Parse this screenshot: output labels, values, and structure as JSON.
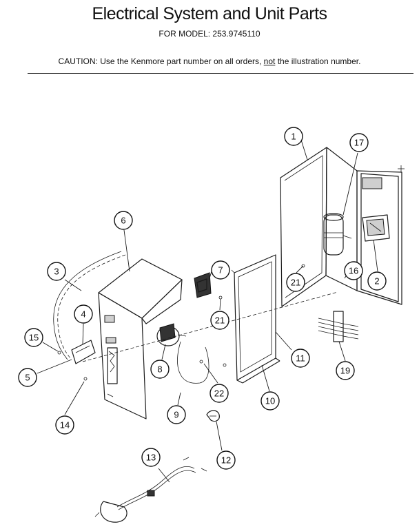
{
  "header": {
    "title": "Electrical System and Unit Parts",
    "model_line": "FOR MODEL:  253.9745110",
    "caution_prefix": "CAUTION:  Use the Kenmore part number on all orders, ",
    "caution_emphasis": "not",
    "caution_suffix": " the illustration number."
  },
  "callouts": [
    {
      "label": "1"
    },
    {
      "label": "2"
    },
    {
      "label": "3"
    },
    {
      "label": "4"
    },
    {
      "label": "5"
    },
    {
      "label": "6"
    },
    {
      "label": "7"
    },
    {
      "label": "8"
    },
    {
      "label": "9"
    },
    {
      "label": "10"
    },
    {
      "label": "11"
    },
    {
      "label": "12"
    },
    {
      "label": "13"
    },
    {
      "label": "14"
    },
    {
      "label": "15"
    },
    {
      "label": "16"
    },
    {
      "label": "17"
    },
    {
      "label": "19"
    },
    {
      "label": "21"
    },
    {
      "label": "21"
    },
    {
      "label": "22"
    }
  ]
}
